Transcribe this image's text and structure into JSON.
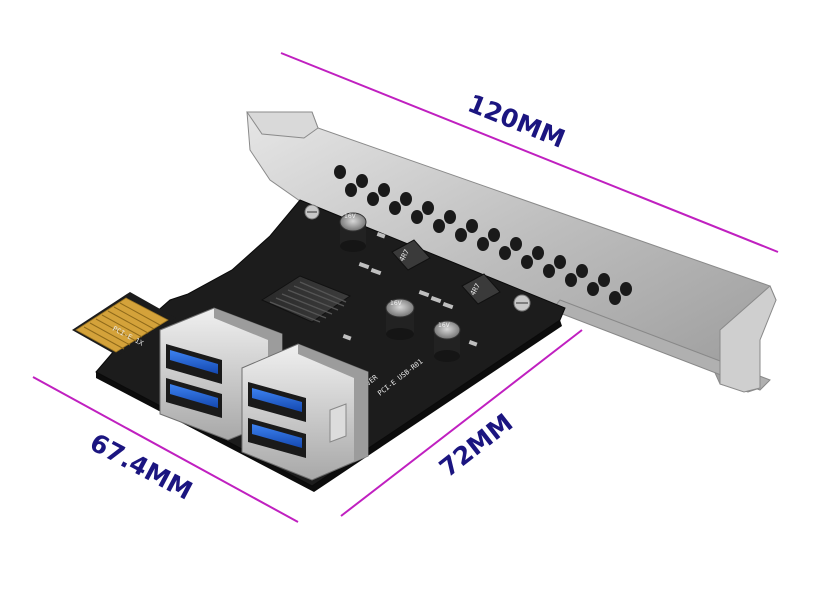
{
  "product": "PCIe 1X to 4-port USB 3.0 riser card",
  "dimensions": {
    "top": "120MM",
    "left": "67.4MM",
    "right": "72MM"
  },
  "colors": {
    "dimension_line": "#c020c0",
    "dimension_text": "#1b1580",
    "pcb": "#1c1c1c",
    "gold_finger": "#d4a23a",
    "usb_blue": "#1c5fd4",
    "bracket": "#c8c8c8"
  },
  "board_text": {
    "model": "PCI-E USB-R01",
    "version": "VER",
    "interface": "PCI-E 1X",
    "inductor": "4R7",
    "capacitor": "16V"
  },
  "usb_ports": 4
}
